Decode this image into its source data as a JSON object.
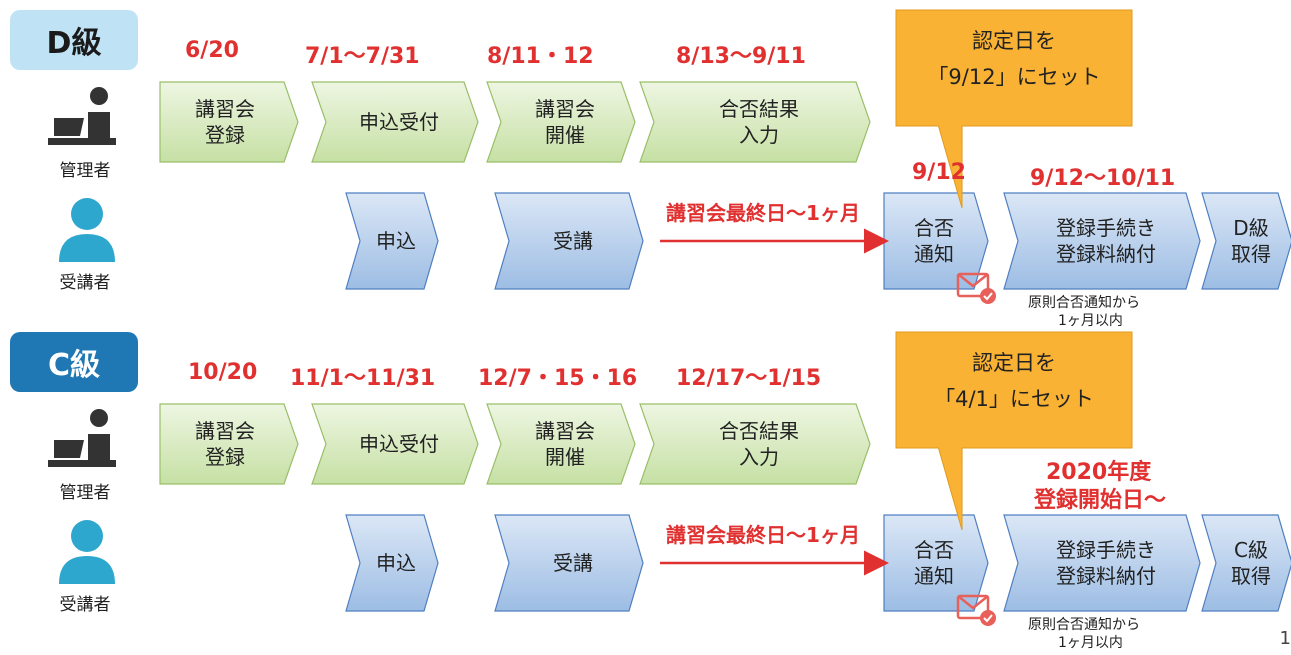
{
  "colors": {
    "green_fill_top": "#eef6e2",
    "green_fill_bottom": "#c6e0a4",
    "green_stroke": "#9abf6a",
    "blue_fill_top": "#dbe7f6",
    "blue_fill_bottom": "#9dbde4",
    "blue_stroke": "#4f7fc0",
    "accent_red": "#e03030",
    "callout_orange": "#f9b233",
    "badge_d_bg": "#bfe3f5",
    "badge_c_bg": "#1f78b4",
    "icon_dark": "#333333",
    "icon_teal": "#2ea7cf",
    "mail_red": "#e8605a"
  },
  "sections": [
    {
      "badge": "D級",
      "dates": [
        "6/20",
        "7/1〜7/31",
        "8/11・12",
        "8/13〜9/11"
      ],
      "admin_label": "管理者",
      "student_label": "受講者",
      "admin_steps": [
        {
          "lines": [
            "講習会",
            "登録"
          ]
        },
        {
          "lines": [
            "申込受付"
          ]
        },
        {
          "lines": [
            "講習会",
            "開催"
          ]
        },
        {
          "lines": [
            "合否結果",
            "入力"
          ]
        }
      ],
      "student_steps": [
        {
          "lines": [
            "申込"
          ]
        },
        {
          "lines": [
            "受講"
          ]
        }
      ],
      "period_label": "講習会最終日〜1ヶ月",
      "notify_date": "9/12",
      "register_date": [
        "9/12〜10/11"
      ],
      "final_steps": [
        {
          "lines": [
            "合否",
            "通知"
          ]
        },
        {
          "lines": [
            "登録手続き",
            "登録料納付"
          ]
        },
        {
          "lines": [
            "D級",
            "取得"
          ]
        }
      ],
      "callout": [
        "認定日を",
        "「9/12」にセット"
      ],
      "note": [
        "原則合否通知から",
        "1ヶ月以内"
      ]
    },
    {
      "badge": "C級",
      "dates": [
        "10/20",
        "11/1〜11/31",
        "12/7・15・16",
        "12/17〜1/15"
      ],
      "admin_label": "管理者",
      "student_label": "受講者",
      "admin_steps": [
        {
          "lines": [
            "講習会",
            "登録"
          ]
        },
        {
          "lines": [
            "申込受付"
          ]
        },
        {
          "lines": [
            "講習会",
            "開催"
          ]
        },
        {
          "lines": [
            "合否結果",
            "入力"
          ]
        }
      ],
      "student_steps": [
        {
          "lines": [
            "申込"
          ]
        },
        {
          "lines": [
            "受講"
          ]
        }
      ],
      "period_label": "講習会最終日〜1ヶ月",
      "notify_date": "",
      "register_date": [
        "2020年度",
        "登録開始日〜"
      ],
      "final_steps": [
        {
          "lines": [
            "合否",
            "通知"
          ]
        },
        {
          "lines": [
            "登録手続き",
            "登録料納付"
          ]
        },
        {
          "lines": [
            "C級",
            "取得"
          ]
        }
      ],
      "callout": [
        "認定日を",
        "「4/1」にセット"
      ],
      "note": [
        "原則合否通知から",
        "1ヶ月以内"
      ]
    }
  ],
  "page_number": "1"
}
